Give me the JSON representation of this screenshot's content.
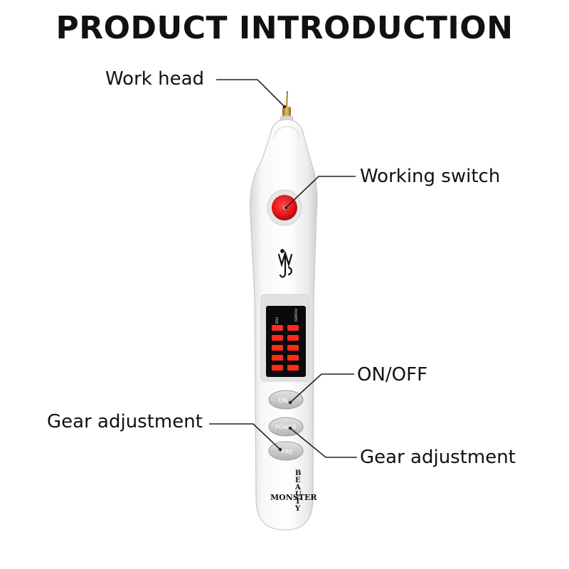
{
  "title": "PRODUCT INTRODUCTION",
  "callouts": {
    "work_head": "Work head",
    "working_switch": "Working switch",
    "on_off": "ON/OFF",
    "gear_left": "Gear adjustment",
    "gear_right": "Gear adjustment"
  },
  "device": {
    "button_labels": [
      "ON",
      "POWER",
      "FRE"
    ],
    "display_labels": [
      "FRE",
      "POWER"
    ],
    "brand_lines": [
      "MONSTER",
      "BEAUTY"
    ],
    "led_levels": 5,
    "colors": {
      "body": "#f4f4f4",
      "switch": "#e8141a",
      "display": "#0a0a0a",
      "led": "#ff2a1e",
      "button": "#c9c9c9"
    }
  }
}
